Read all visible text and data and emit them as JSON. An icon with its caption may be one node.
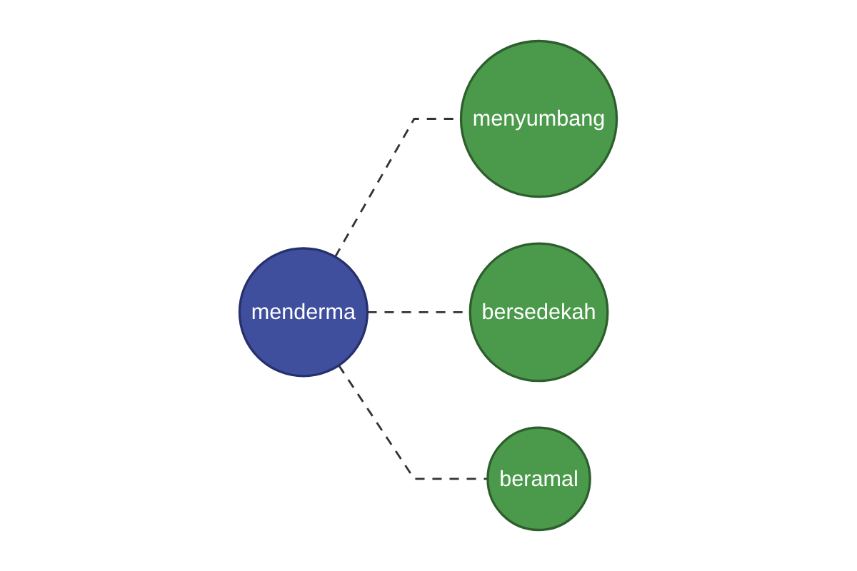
{
  "diagram": {
    "nodes": [
      {
        "text": [
          "menyumbang"
        ]
      },
      {
        "text": [
          "menderma"
        ]
      },
      {
        "text": [
          "bersedekah"
        ]
      },
      {
        "text": [
          "beramal"
        ]
      }
    ],
    "edges": [
      {
        "from": 1,
        "to": 0,
        "arrow": "none",
        "style": "dashed"
      },
      {
        "from": 1,
        "to": 2,
        "arrow": "none",
        "style": "dashed"
      },
      {
        "from": 1,
        "to": 3,
        "arrow": "none",
        "style": "dashed"
      }
    ]
  }
}
